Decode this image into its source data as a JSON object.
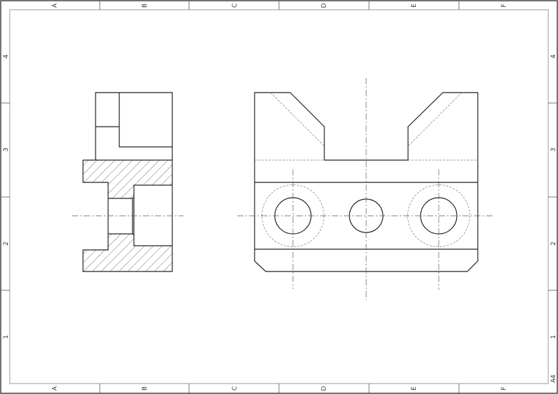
{
  "sheet": {
    "size_label": "A4",
    "columns": [
      "A",
      "B",
      "C",
      "D",
      "E",
      "F"
    ],
    "rows": [
      "4",
      "3",
      "2",
      "1"
    ]
  },
  "colors": {
    "line": "#222222",
    "frame": "#bbbbbb",
    "hidden": "#777777"
  },
  "views": [
    "section-side-view",
    "front-view"
  ]
}
